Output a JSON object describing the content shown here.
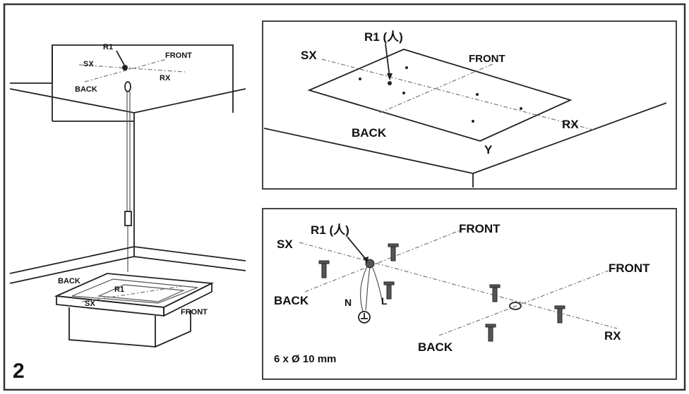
{
  "figure_number": "2",
  "left_view": {
    "inset_labels": {
      "r1": "R1",
      "front": "FRONT",
      "sx": "SX",
      "rx": "RX",
      "back": "BACK"
    },
    "hood_labels": {
      "back": "BACK",
      "r1": "R1",
      "sx": "SX",
      "front": "FRONT"
    }
  },
  "top_right_view": {
    "labels": {
      "r1": "R1 (人)",
      "sx": "SX",
      "front": "FRONT",
      "rx": "RX",
      "back": "BACK",
      "y": "Y"
    }
  },
  "bottom_right_view": {
    "labels": {
      "r1": "R1 (人)",
      "sx": "SX",
      "front_1": "FRONT",
      "front_2": "FRONT",
      "back_1": "BACK",
      "back_2": "BACK",
      "rx": "RX",
      "n": "N",
      "l": "L"
    },
    "drill_spec": "6 x Ø 10 mm"
  }
}
